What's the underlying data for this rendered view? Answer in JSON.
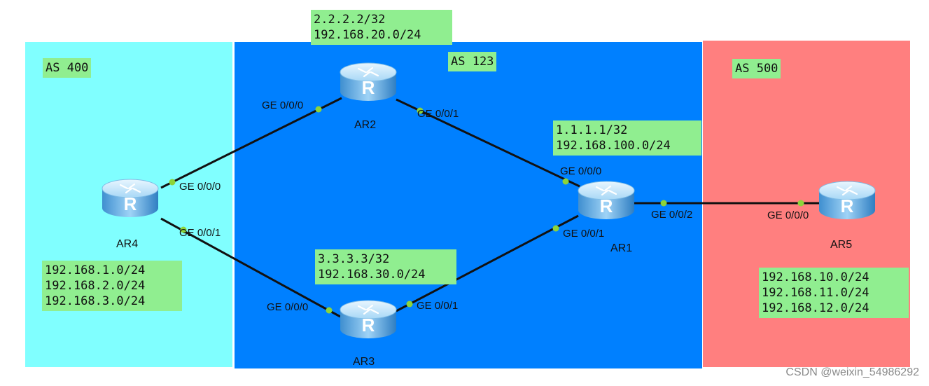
{
  "colors": {
    "as400_bg": "#80ffff",
    "as123_bg": "#0080ff",
    "as500_bg": "#ff7f7f",
    "note_bg": "#90ee90",
    "link": "#111111",
    "port_dot": "#8dd43a"
  },
  "zones": {
    "as400": {
      "label": "AS 400"
    },
    "as123": {
      "label": "AS 123"
    },
    "as500": {
      "label": "AS 500"
    }
  },
  "notes": {
    "ar2": [
      "2.2.2.2/32",
      "192.168.20.0/24"
    ],
    "ar1": [
      "1.1.1.1/32",
      "192.168.100.0/24"
    ],
    "ar3": [
      "3.3.3.3/32",
      "192.168.30.0/24"
    ],
    "ar4": [
      "192.168.1.0/24",
      "192.168.2.0/24",
      "192.168.3.0/24"
    ],
    "ar5": [
      "192.168.10.0/24",
      "192.168.11.0/24",
      "192.168.12.0/24"
    ]
  },
  "routers": {
    "ar1": {
      "name": "AR1",
      "icon": "router-icon"
    },
    "ar2": {
      "name": "AR2",
      "icon": "router-icon"
    },
    "ar3": {
      "name": "AR3",
      "icon": "router-icon"
    },
    "ar4": {
      "name": "AR4",
      "icon": "router-icon"
    },
    "ar5": {
      "name": "AR5",
      "icon": "router-icon"
    }
  },
  "interfaces": {
    "ar2_ge000": "GE 0/0/0",
    "ar2_ge001": "GE 0/0/1",
    "ar4_ge000": "GE 0/0/0",
    "ar4_ge001": "GE 0/0/1",
    "ar3_ge000": "GE 0/0/0",
    "ar3_ge001": "GE 0/0/1",
    "ar1_ge000": "GE 0/0/0",
    "ar1_ge001": "GE 0/0/1",
    "ar1_ge002": "GE 0/0/2",
    "ar5_ge000": "GE 0/0/0"
  },
  "watermark": "CSDN @weixin_54986292"
}
